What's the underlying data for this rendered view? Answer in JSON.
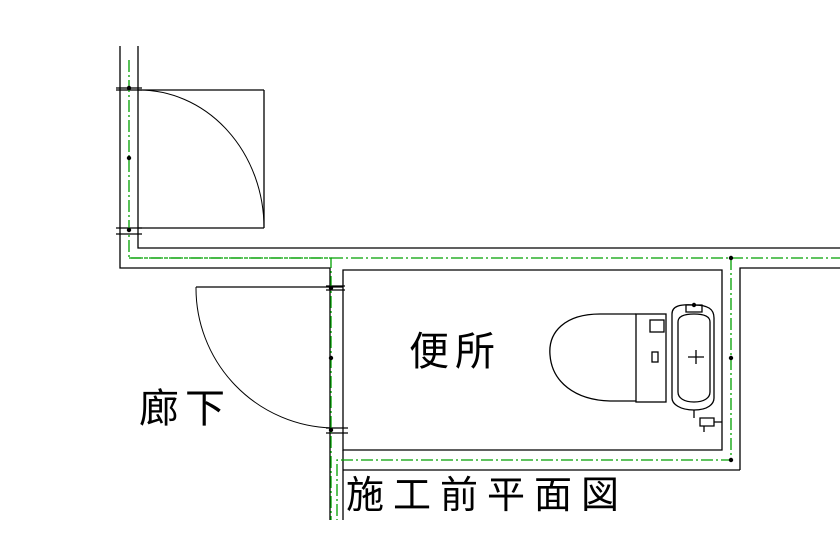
{
  "rooms": {
    "toilet": "便所",
    "corridor": "廊下"
  },
  "drawing_title": "施工前平面図",
  "colors": {
    "background": "#ffffff",
    "wall_line": "#000000",
    "center_line": "#00a000"
  }
}
